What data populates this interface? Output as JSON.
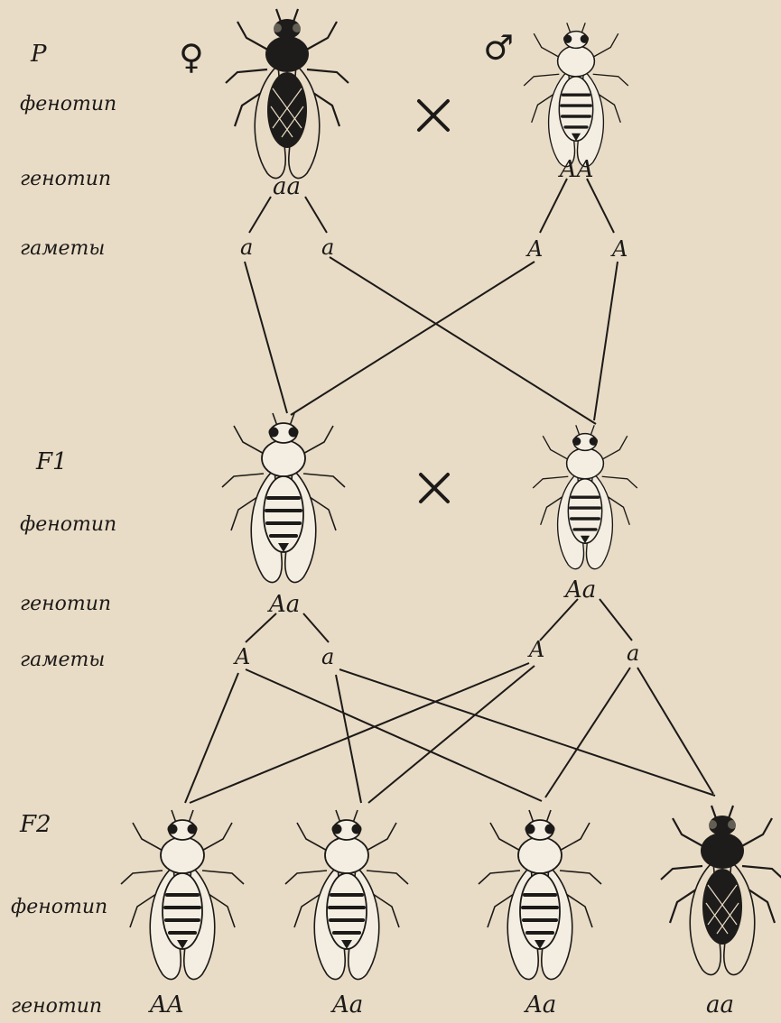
{
  "generations": {
    "p": "P",
    "f1": "F1",
    "f2": "F2"
  },
  "row_labels": {
    "p_phenotype": "фенотип",
    "p_genotype": "генотип",
    "p_gametes": "гаметы",
    "f1_phenotype": "фенотип",
    "f1_genotype": "генотип",
    "f1_gametes": "гаметы",
    "f2_phenotype": "фенотип",
    "f2_genotype": "генотип"
  },
  "symbols": {
    "female": "♀",
    "male": "♂",
    "cross": "×"
  },
  "p": {
    "female": {
      "phenotype": "dark-body",
      "genotype": "aa",
      "gametes": [
        "a",
        "a"
      ]
    },
    "male": {
      "phenotype": "light-body",
      "genotype": "AA",
      "gametes": [
        "A",
        "A"
      ]
    }
  },
  "f1": {
    "left": {
      "phenotype": "light-body",
      "genotype": "Aa",
      "gametes": [
        "A",
        "a"
      ]
    },
    "right": {
      "phenotype": "light-body",
      "genotype": "Aa",
      "gametes": [
        "A",
        "a"
      ]
    }
  },
  "f2": [
    {
      "phenotype": "light-body",
      "genotype": "AA"
    },
    {
      "phenotype": "light-body",
      "genotype": "Aa"
    },
    {
      "phenotype": "light-body",
      "genotype": "Aa"
    },
    {
      "phenotype": "dark-body",
      "genotype": "aa"
    }
  ],
  "colors": {
    "ink": "#1c1a18",
    "paper": "#e9dcc6",
    "dark_body": "#1e1c1a",
    "light_body": "#f4eee2"
  }
}
